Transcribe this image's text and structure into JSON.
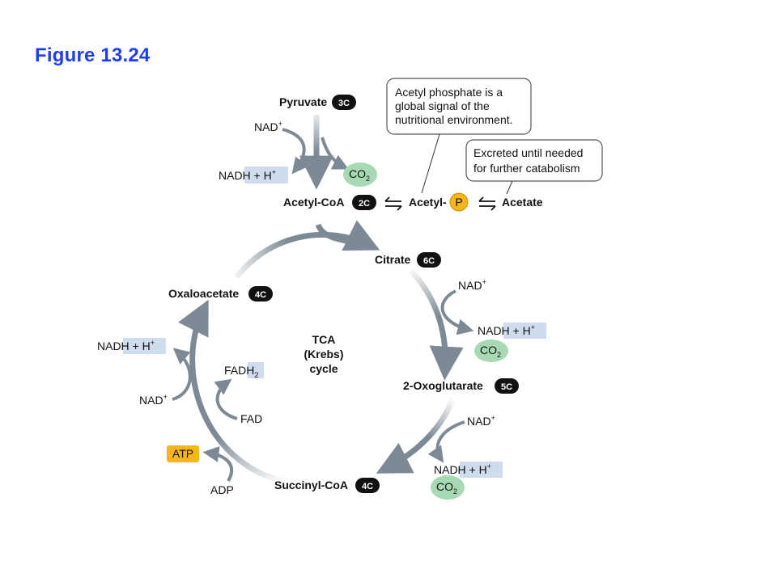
{
  "figure": {
    "title": "Figure 13.24"
  },
  "cycle": {
    "name": [
      "TCA",
      "(Krebs)",
      "cycle"
    ]
  },
  "metabolites": {
    "pyruvate": {
      "name": "Pyruvate",
      "carbons": "3C"
    },
    "acetyl_coa": {
      "name": "Acetyl-CoA",
      "carbons": "2C"
    },
    "acetyl_p": {
      "name": "Acetyl-",
      "group": "P"
    },
    "acetate": {
      "name": "Acetate"
    },
    "citrate": {
      "name": "Citrate",
      "carbons": "6C"
    },
    "oxoglutarate": {
      "name": "2-Oxoglutarate",
      "carbons": "5C"
    },
    "succinyl_coa": {
      "name": "Succinyl-CoA",
      "carbons": "4C"
    },
    "oxaloacetate": {
      "name": "Oxaloacetate",
      "carbons": "4C"
    }
  },
  "cofactors": {
    "nad": "NAD",
    "nad_charge": "+",
    "nadh": "NADH + H",
    "h_charge": "+",
    "co2": "CO",
    "co2_sub": "2",
    "fadh": "FADH",
    "fadh_sub": "2",
    "fad": "FAD",
    "atp": "ATP",
    "adp": "ADP"
  },
  "callouts": {
    "acetyl_phosphate": [
      "Acetyl phosphate is a",
      "global signal of the",
      "nutritional environment."
    ],
    "excreted": [
      "Excreted until needed",
      "for further catabolism"
    ]
  },
  "colors": {
    "title": "#1f3df2",
    "arrow": "#7d8a96",
    "co2_bubble": "#a6d9b4",
    "nadh_highlight": "#cfdcee",
    "phosphate": "#f5b51c",
    "atp_box": "#f5b51c",
    "badge": "#111111"
  },
  "icons": {
    "equilibrium": "equilibrium-arrows-icon"
  }
}
